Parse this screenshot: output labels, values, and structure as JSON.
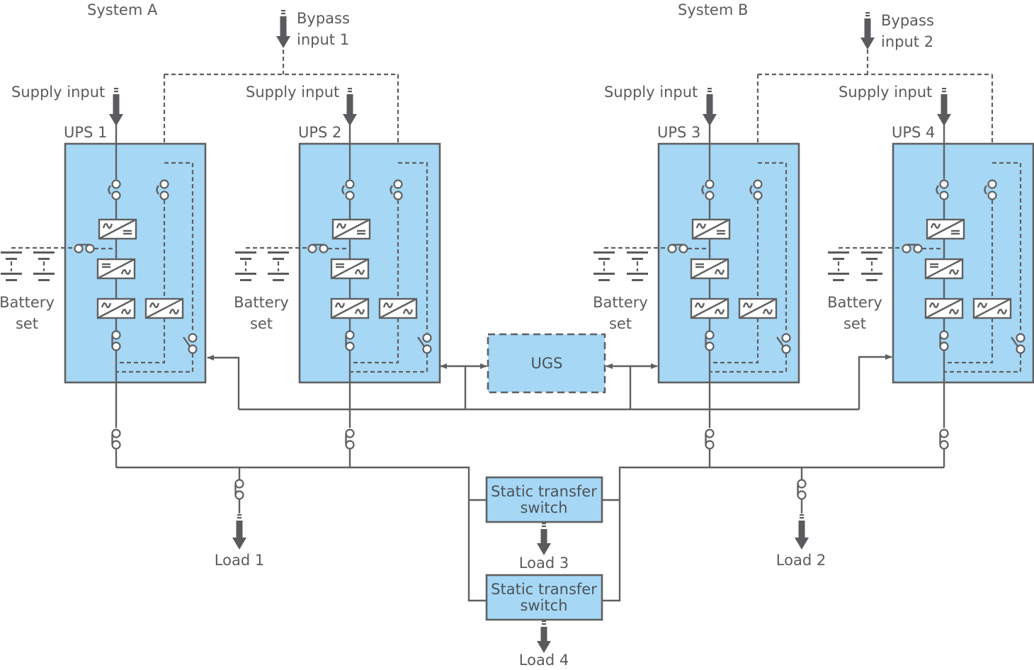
{
  "diagram": {
    "systems": [
      {
        "label": "System A"
      },
      {
        "label": "System B"
      }
    ],
    "bypass_inputs": [
      {
        "line1": "Bypass",
        "line2": "input 1"
      },
      {
        "line1": "Bypass",
        "line2": "input 2"
      }
    ],
    "ups_units": [
      {
        "label": "UPS 1",
        "supply_label": "Supply input",
        "battery_line1": "Battery",
        "battery_line2": "set"
      },
      {
        "label": "UPS 2",
        "supply_label": "Supply input",
        "battery_line1": "Battery",
        "battery_line2": "set"
      },
      {
        "label": "UPS 3",
        "supply_label": "Supply input",
        "battery_line1": "Battery",
        "battery_line2": "set"
      },
      {
        "label": "UPS 4",
        "supply_label": "Supply input",
        "battery_line1": "Battery",
        "battery_line2": "set"
      }
    ],
    "ugs": {
      "label": "UGS"
    },
    "static_switches": [
      {
        "line1": "Static transfer",
        "line2": "switch"
      },
      {
        "line1": "Static transfer",
        "line2": "switch"
      }
    ],
    "loads": [
      {
        "label": "Load 1"
      },
      {
        "label": "Load 2"
      },
      {
        "label": "Load 3"
      },
      {
        "label": "Load 4"
      }
    ],
    "colors": {
      "box_fill": "#a6d8f5",
      "line": "#5f6062",
      "text": "#5a5b5e"
    }
  }
}
